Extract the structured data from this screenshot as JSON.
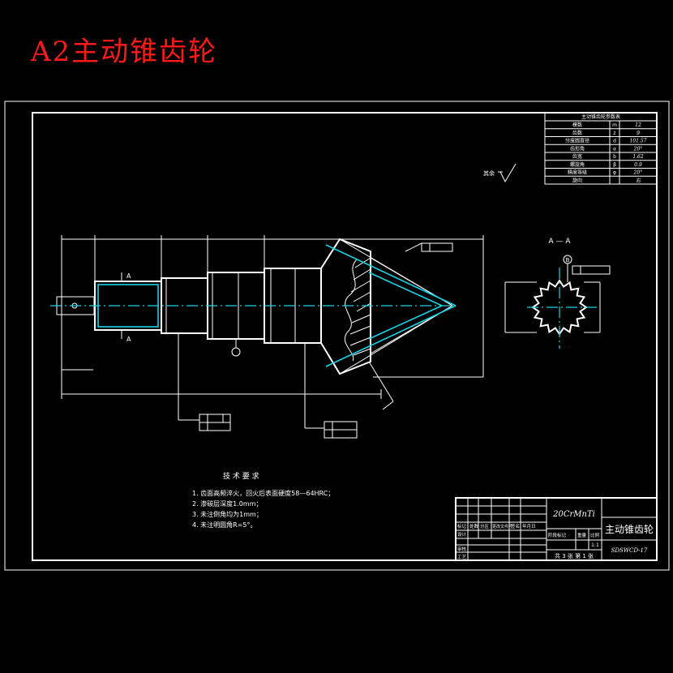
{
  "page": {
    "title": "A2主动锥齿轮"
  },
  "views": {
    "section_label": "A — A",
    "section_mark_left_top": "A",
    "section_mark_left_bottom": "A",
    "datum_label": "B"
  },
  "technical_requirements": {
    "heading": "技 术 要 求",
    "items": [
      "1. 齿面高频淬火，回火后表面硬度58—64HRC；",
      "2. 渗碳层深度1.0mm；",
      "3. 未注倒角均为1mm；",
      "4. 未注明圆角R=5°。"
    ]
  },
  "title_block": {
    "material": "20CrMnTi",
    "part_name": "主动锥齿轮",
    "drawing_number": "SDSWCD-17",
    "scale": "1:1",
    "sheet_info": "共 3 张 第 1 张",
    "labels": [
      "标记",
      "处数",
      "分区",
      "更改文件号",
      "签名",
      "年月日",
      "设计",
      "审核",
      "工艺",
      "阶段标记",
      "重量",
      "比例"
    ]
  },
  "parameter_table": {
    "title": "主动锥齿轮参数表",
    "rows": [
      [
        "模数",
        "m",
        "12"
      ],
      [
        "齿数",
        "z",
        "9"
      ],
      [
        "分度圆直径",
        "d",
        "101.57"
      ],
      [
        "齿形角",
        "α",
        "20°"
      ],
      [
        "齿宽",
        "b",
        "1.62"
      ],
      [
        "螺旋角",
        "β",
        "0.9"
      ],
      [
        "精度等级",
        "φ",
        "20°"
      ],
      [
        "旋向",
        "",
        "右"
      ]
    ]
  }
}
